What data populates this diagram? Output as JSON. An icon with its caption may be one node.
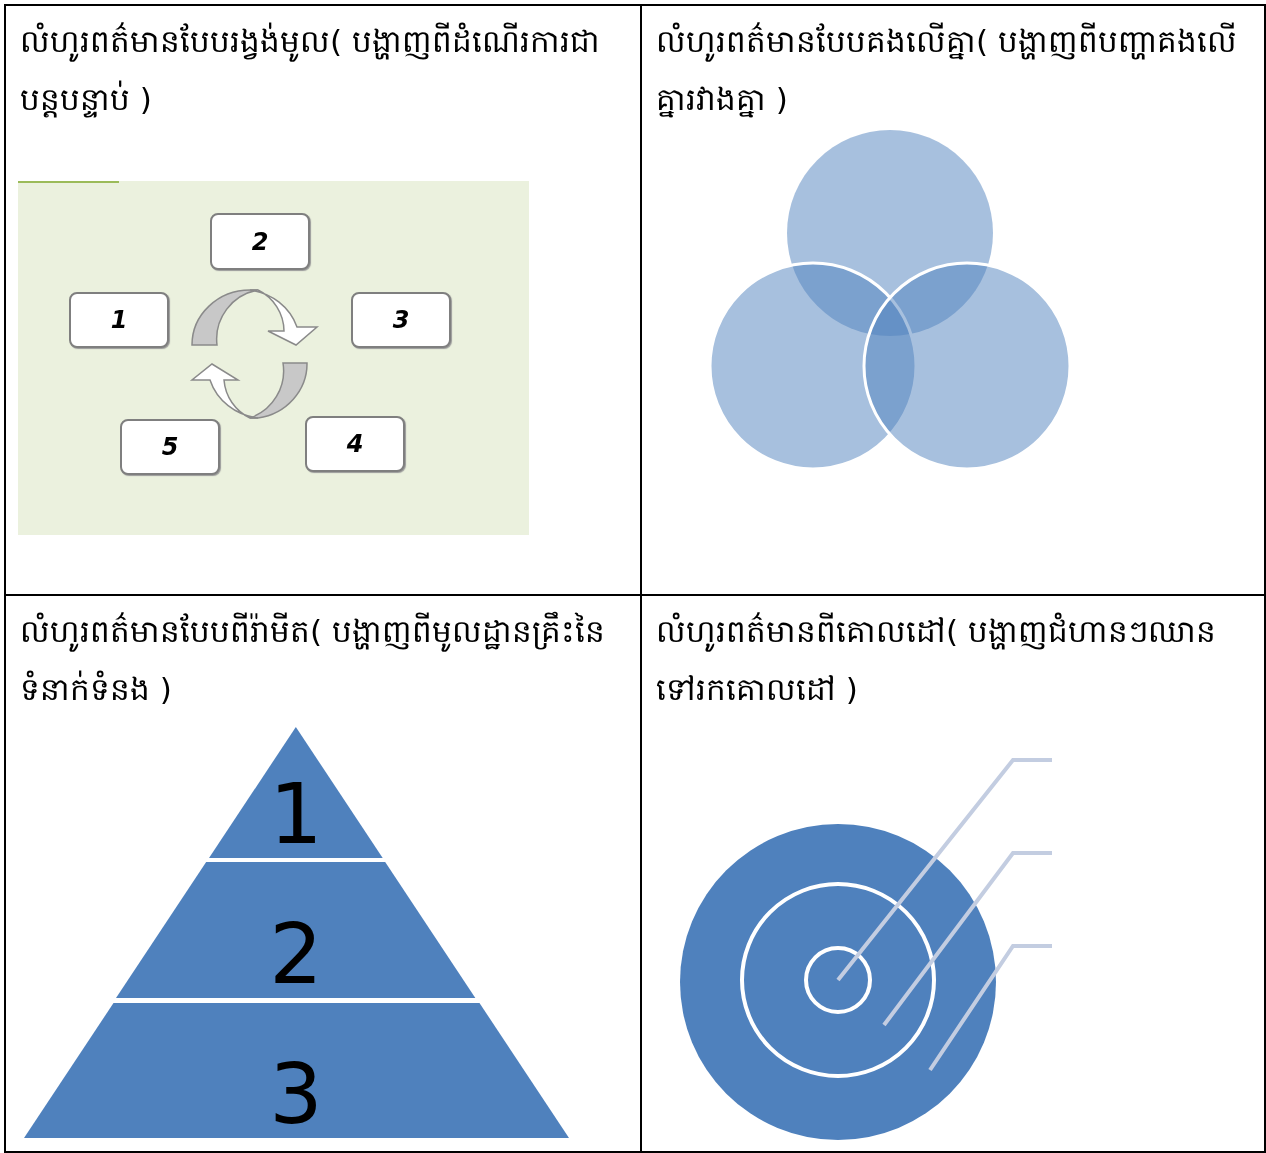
{
  "diagram": {
    "nodes": [
      {
        "text": [
          "លំហូរពត៌មានបែបរង្វង់មូល( បង្ហាញពីដំណើរការជាបន្តបន្ទាប់ )"
        ]
      },
      {
        "text": [
          "2"
        ],
        "in": 0
      },
      {
        "text": [
          "1"
        ],
        "in": 0
      },
      {
        "text": [
          "3"
        ],
        "in": 0
      },
      {
        "text": [
          "5"
        ],
        "in": 0
      },
      {
        "text": [
          "4"
        ],
        "in": 0
      },
      {
        "text": [
          "លំហូរពត៌មានបែបគងលើគ្នា( បង្ហាញពីបញ្ហាគងលើគ្នារវាងគ្នា )"
        ]
      },
      {
        "text": [
          "លំហូរពត៌មានបែបពីរ៉ាមីត( បង្ហាញពីមូលដ្ឋានគ្រឹះនៃទំនាក់ទំនង )"
        ]
      },
      {
        "text": [
          "1"
        ],
        "in": 7
      },
      {
        "text": [
          "2"
        ],
        "in": 7
      },
      {
        "text": [
          "3"
        ],
        "in": 7
      },
      {
        "text": [
          "លំហូរពត៌មានពីគោលដៅ( បង្ហាញជំហានៗឈានទៅរកគោលដៅ )"
        ]
      }
    ],
    "edges": []
  }
}
